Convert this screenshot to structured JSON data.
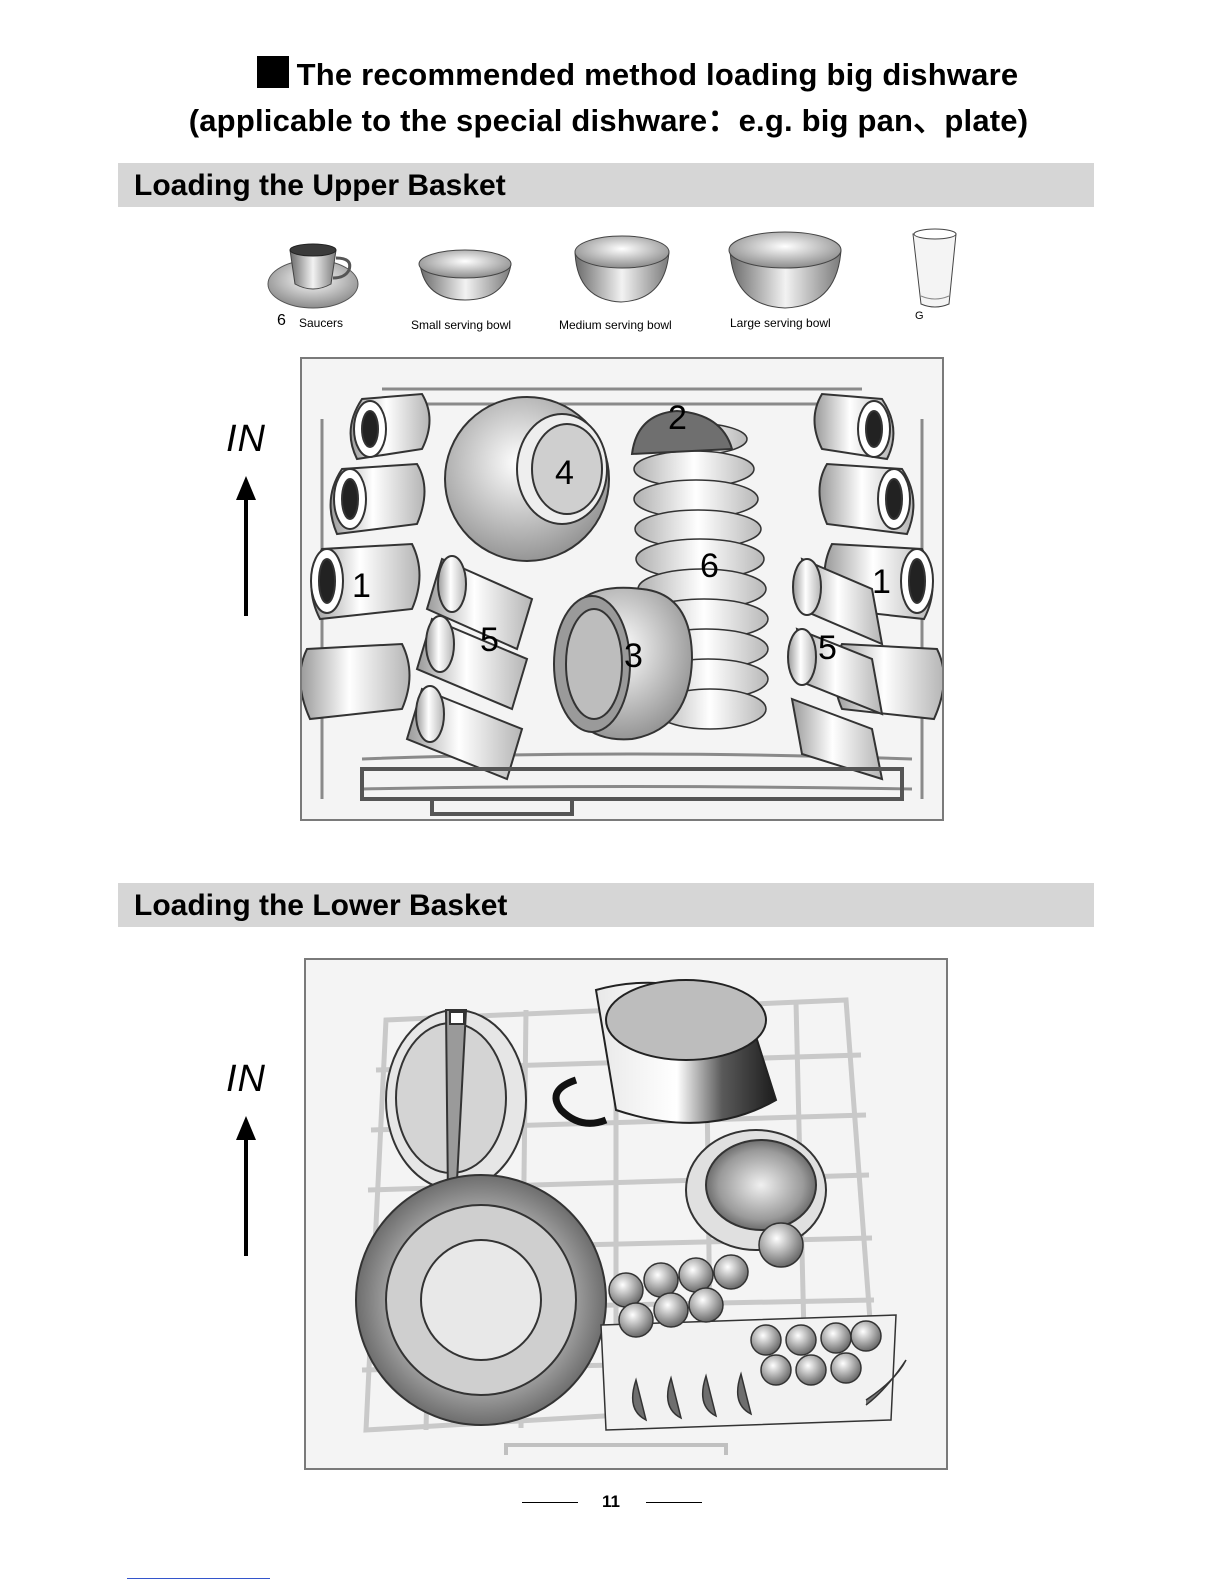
{
  "title": {
    "line1": "The recommended method loading big dishware",
    "line2": "(applicable to the special dishware：e.g. big pan、plate)"
  },
  "upper_section": {
    "heading": "Loading the Upper Basket",
    "items": [
      {
        "number": "6",
        "label": "Saucers"
      },
      {
        "label": "Small serving bowl"
      },
      {
        "label": "Medium serving bowl"
      },
      {
        "label": "Large serving bowl"
      },
      {
        "label": "G"
      }
    ],
    "direction_label": "IN",
    "callouts": [
      "1",
      "2",
      "4",
      "6",
      "1",
      "5",
      "3",
      "5"
    ]
  },
  "lower_section": {
    "heading": "Loading the Lower Basket",
    "direction_label": "IN"
  },
  "footer": {
    "page_number": "11"
  }
}
